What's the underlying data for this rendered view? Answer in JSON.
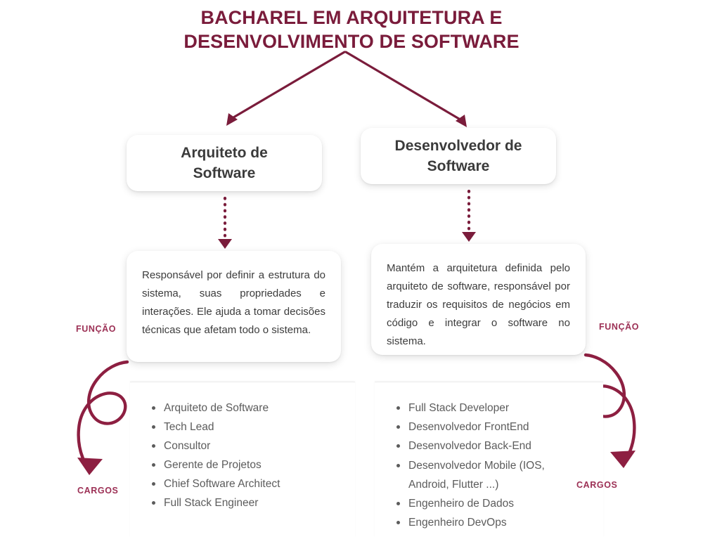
{
  "page": {
    "title_line1": "BACHAREL EM ARQUITETURA E",
    "title_line2": "DESENVOLVIMENTO DE SOFTWARE",
    "accent_color": "#7a1c3b",
    "label_color": "#9c3055",
    "text_color": "#3c3c3c",
    "list_text_color": "#5c5c5c",
    "background_color": "#ffffff"
  },
  "branches": [
    {
      "id": "arquiteto",
      "role_line1": "Arquiteto de",
      "role_line2": "Software",
      "description": "Responsável por definir a estrutura do sistema, suas propriedades e interações. Ele ajuda a tomar decisões técnicas que afetam todo o sistema.",
      "funcao_label": "FUNÇÃO",
      "cargos_label": "CARGOS",
      "cargos": [
        "Arquiteto de Software",
        "Tech Lead",
        "Consultor",
        "Gerente de Projetos",
        "Chief Software Architect",
        "Full Stack Engineer"
      ]
    },
    {
      "id": "desenvolvedor",
      "role_line1": "Desenvolvedor de",
      "role_line2": "Software",
      "description": "Mantém a arquitetura definida pelo arquiteto de software, responsável por traduzir os requisitos de negócios em código e integrar o software no sistema.",
      "funcao_label": "FUNÇÃO",
      "cargos_label": "CARGOS",
      "cargos": [
        "Full Stack Developer",
        "Desenvolvedor FrontEnd",
        "Desenvolvedor Back-End",
        "Desenvolvedor Mobile (IOS, Android, Flutter ...)",
        "Engenheiro de Dados",
        "Engenheiro DevOps"
      ]
    }
  ]
}
